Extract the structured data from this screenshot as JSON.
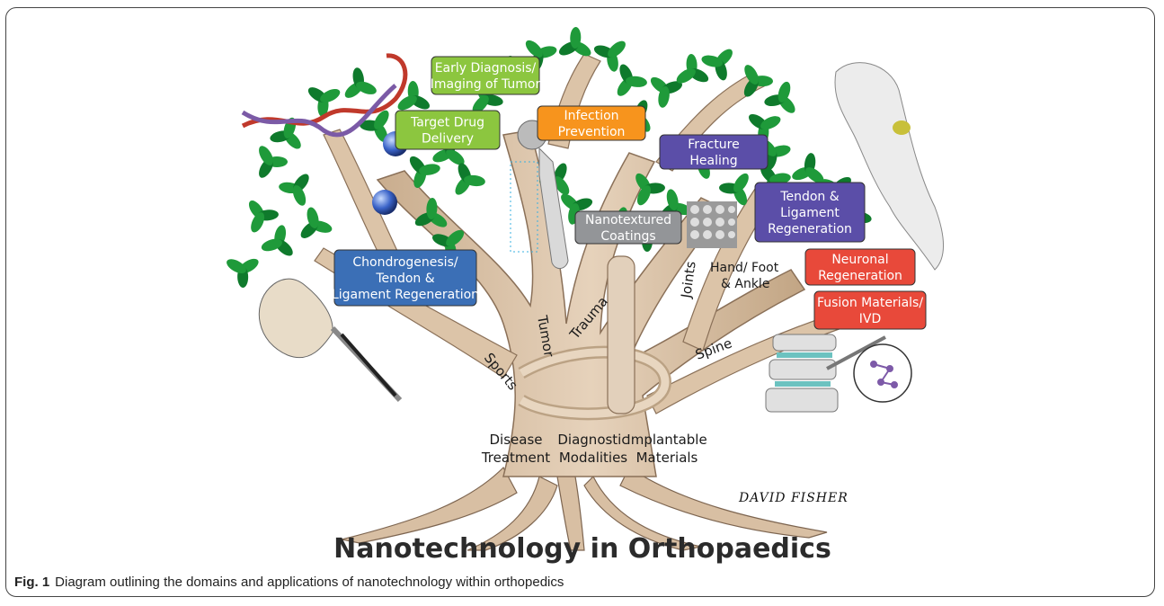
{
  "figure": {
    "title": "Nanotechnology in Orthopaedics",
    "signature": "DAVID FISHER",
    "caption_label": "Fig. 1",
    "caption_text": "Diagram outlining the domains and applications of nanotechnology within orthopedics"
  },
  "roots": [
    {
      "line1": "Disease",
      "line2": "Treatment"
    },
    {
      "line1": "Diagnostic",
      "line2": "Modalities"
    },
    {
      "line1": "Implantable",
      "line2": "Materials"
    }
  ],
  "branches": {
    "sports": "Sports",
    "tumor": "Tumor",
    "trauma": "Trauma",
    "joints": "Joints",
    "hand_foot": [
      "Hand/ Foot",
      "& Ankle"
    ],
    "spine": "Spine"
  },
  "boxes": [
    {
      "lines": [
        "Early Diagnosis/",
        "Imaging of Tumor"
      ],
      "color": "#8cc63f"
    },
    {
      "lines": [
        "Target Drug",
        "Delivery"
      ],
      "color": "#8cc63f"
    },
    {
      "lines": [
        "Infection",
        "Prevention"
      ],
      "color": "#f7941d"
    },
    {
      "lines": [
        "Fracture",
        "Healing"
      ],
      "color": "#5b4ea8"
    },
    {
      "lines": [
        "Nanotextured",
        "Coatings"
      ],
      "color": "#939598"
    },
    {
      "lines": [
        "Tendon &",
        "Ligament",
        "Regeneration"
      ],
      "color": "#5b4ea8"
    },
    {
      "lines": [
        "Chondrogenesis/",
        "Tendon &",
        "Ligament Regeneration"
      ],
      "color": "#3b6fb6"
    },
    {
      "lines": [
        "Neuronal",
        "Regeneration"
      ],
      "color": "#e8493a"
    },
    {
      "lines": [
        "Fusion Materials/",
        "IVD"
      ],
      "color": "#e8493a"
    }
  ],
  "colors": {
    "leaf": "#1f9a3a",
    "trunk": "#dcc4a8",
    "trunk_edge": "#8a7058"
  }
}
